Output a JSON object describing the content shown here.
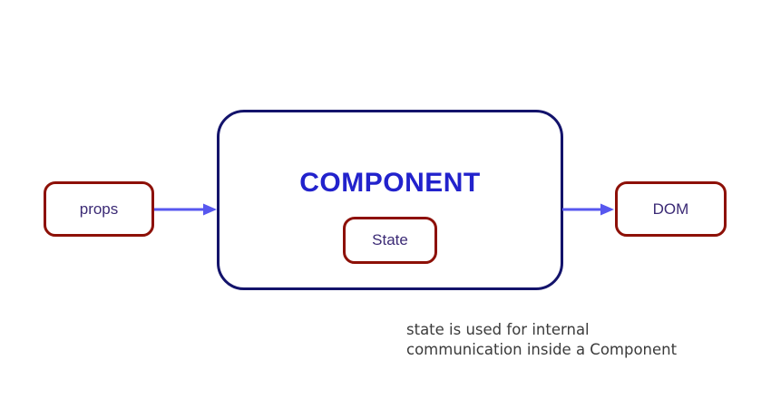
{
  "diagram": {
    "nodes": {
      "props": {
        "label": "props"
      },
      "component": {
        "label": "COMPONENT"
      },
      "state": {
        "label": "State"
      },
      "dom": {
        "label": "DOM"
      }
    },
    "arrows": [
      {
        "name": "props-to-component",
        "direction": "right"
      },
      {
        "name": "component-to-dom",
        "direction": "right"
      }
    ],
    "caption": {
      "line1": "state is used for internal",
      "line2": "communication inside a Component"
    },
    "colors": {
      "background": "#ffffff",
      "small_node_border": "#8d1007",
      "component_border": "#13136b",
      "component_title": "#2222cc",
      "node_label": "#3b2a75",
      "arrow": "#5757ef",
      "caption_text": "#3b3b3b"
    }
  }
}
